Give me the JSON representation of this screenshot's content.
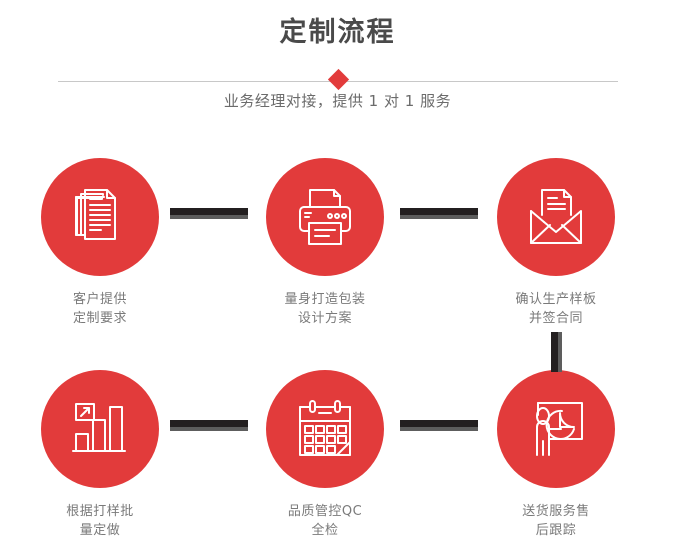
{
  "header": {
    "title": "定制流程",
    "subtitle": "业务经理对接，提供 1 对 1 服务",
    "title_color": "#4a4a4a",
    "accent_color": "#e23b3b",
    "divider_color": "#c8c8c8"
  },
  "theme": {
    "circle_color": "#e23b3b",
    "connector_color": "#231f20",
    "connector_shadow": "#5d5d5d",
    "caption_color": "#7a7a7a",
    "background": "#ffffff"
  },
  "flow": {
    "steps": [
      {
        "index": "1",
        "icon": "documents-stack-icon",
        "caption": "客户提供\n定制要求"
      },
      {
        "index": "2",
        "icon": "printer-icon",
        "caption": "量身打造包装\n设计方案"
      },
      {
        "index": "3",
        "icon": "envelope-document-icon",
        "caption": "确认生产样板\n并签合同"
      },
      {
        "index": "4",
        "icon": "bar-chart-growth-icon",
        "caption": "根据打样批\n量定做"
      },
      {
        "index": "5",
        "icon": "calendar-check-icon",
        "caption": "品质管控QC\n全检"
      },
      {
        "index": "6",
        "icon": "presentation-person-icon",
        "caption": "送货服务售\n后跟踪"
      }
    ]
  }
}
